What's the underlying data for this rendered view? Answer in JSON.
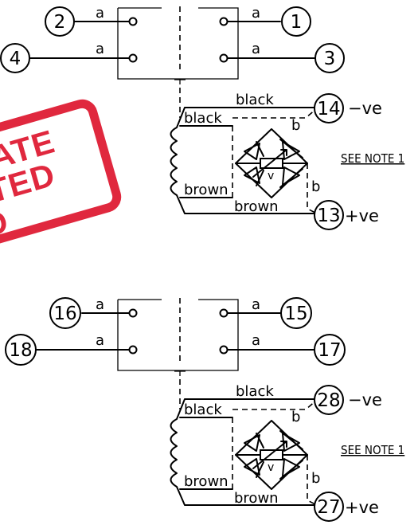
{
  "stamp": {
    "lines": [
      "ATE",
      "TED",
      "D"
    ],
    "color": "#e0283e"
  },
  "wire_labels": {
    "contact": "a",
    "diode": "b",
    "black": "black",
    "brown": "brown",
    "resistor": "v"
  },
  "relays": [
    {
      "terminals": {
        "top_left": "2",
        "top_right": "1",
        "bottom_left": "4",
        "bottom_right": "3"
      },
      "negative": {
        "terminal": "14",
        "polarity": "−ve"
      },
      "positive": {
        "terminal": "13",
        "polarity": "+ve"
      },
      "note": "SEE NOTE 1"
    },
    {
      "terminals": {
        "top_left": "16",
        "top_right": "15",
        "bottom_left": "18",
        "bottom_right": "17"
      },
      "negative": {
        "terminal": "28",
        "polarity": "−ve"
      },
      "positive": {
        "terminal": "27",
        "polarity": "+ve"
      },
      "note": "SEE NOTE 1"
    }
  ]
}
